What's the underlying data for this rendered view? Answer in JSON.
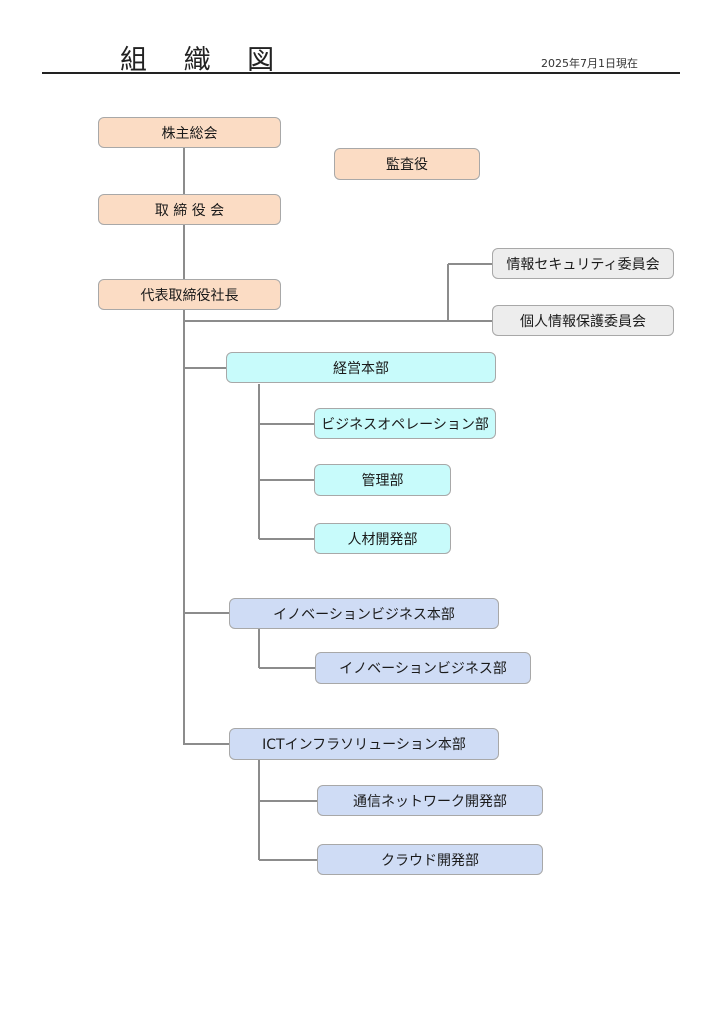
{
  "header": {
    "title": "組 織 図",
    "date": "2025年7月1日現在"
  },
  "org": {
    "shareholders": "株主総会",
    "auditor": "監査役",
    "board": "取 締 役 会",
    "president": "代表取締役社長",
    "committee_security": "情報セキュリティ委員会",
    "committee_privacy": "個人情報保護委員会",
    "hq_management": "経営本部",
    "dept_bizops": "ビジネスオペレーション部",
    "dept_admin": "管理部",
    "dept_hr": "人材開発部",
    "hq_innovation": "イノベーションビジネス本部",
    "dept_innovation": "イノベーションビジネス部",
    "hq_ict": "ICTインフラソリューション本部",
    "dept_network": "通信ネットワーク開発部",
    "dept_cloud": "クラウド開発部"
  },
  "colors": {
    "executive": "#fbdcc4",
    "committee": "#ededed",
    "management": "#c8fbfb",
    "business": "#cfdcf5",
    "line": "#8c8c8c"
  }
}
